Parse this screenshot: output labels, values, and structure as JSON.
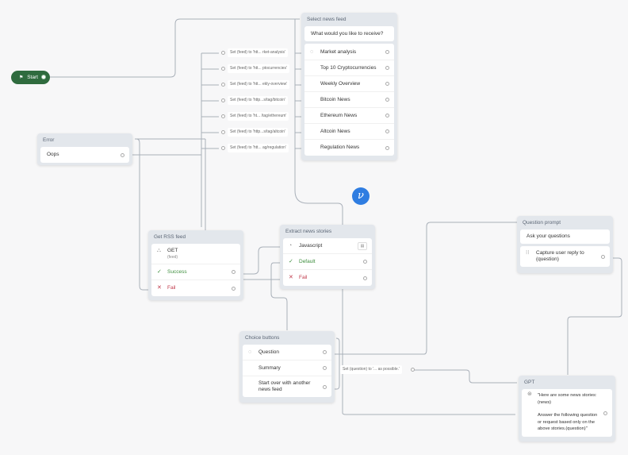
{
  "start": {
    "label": "Start"
  },
  "select_feed": {
    "title": "Select news feed",
    "question": "What would you like to receive?",
    "choices": [
      "Market analysis",
      "Top 10 Cryptocurrencies",
      "Weekly Overview",
      "Bitcoin News",
      "Ethereum News",
      "Altcoin News",
      "Regulation News"
    ]
  },
  "set_feed_labels": [
    "Set (feed) to 'htt... rket-analysis'",
    "Set (feed) to 'htt... ptocurrencies'",
    "Set (feed) to 'htt... ekly-overview'",
    "Set (feed) to 'http...s/tag/bitcoin'",
    "Set (feed) to 'ht... /tag/ethereum'",
    "Set (feed) to 'http...s/tag/altcoin'",
    "Set (feed) to 'htt... ag/regulation'"
  ],
  "error": {
    "title": "Error",
    "text": "Oops"
  },
  "rss": {
    "title": "Get RSS feed",
    "method": "GET",
    "var": "(feed)",
    "success": "Success",
    "fail": "Fail"
  },
  "extract": {
    "title": "Extract news stories",
    "script": "Javascript",
    "default": "Default",
    "fail": "Fail"
  },
  "choice": {
    "title": "Choice buttons",
    "items": [
      "Question",
      "Summary",
      "Start over with another news feed"
    ]
  },
  "set_question": {
    "label": "Set (question) to '... as possible.'"
  },
  "qprompt": {
    "title": "Question prompt",
    "text": "Ask your questions",
    "capture": "Capture user reply to (question)"
  },
  "gpt": {
    "title": "GPT",
    "line1": "\"Here are some news stories:",
    "line2": "(news)",
    "line3": "Answer the following question or request based only on the above stories.(question)\""
  },
  "colors": {
    "start": "#2f6b3e",
    "logo": "#2f7de1",
    "success": "#3f8f3f",
    "fail": "#c0394b"
  }
}
